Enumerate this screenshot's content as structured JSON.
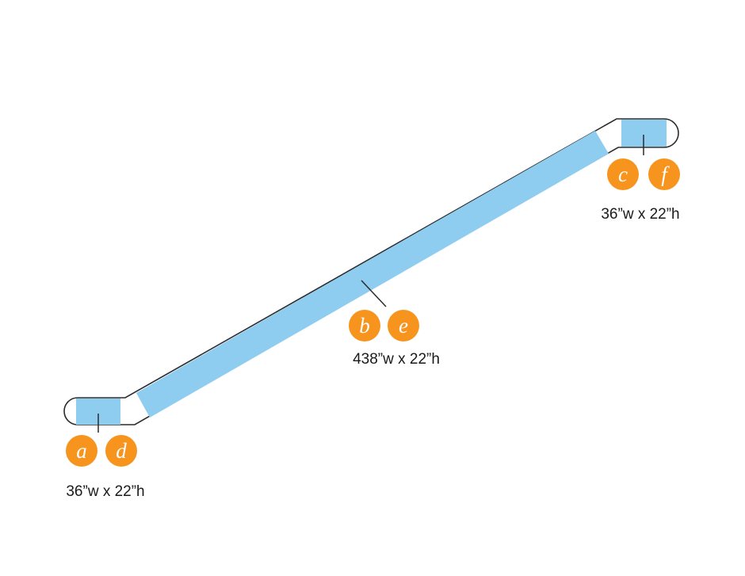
{
  "colors": {
    "panel_fill": "#8ecdf0",
    "outline": "#2b2b2b",
    "badge_fill": "#f7941d",
    "badge_text": "#ffffff",
    "text": "#1a1a1a"
  },
  "panels": {
    "bottom_landing": {
      "badges": [
        "a",
        "d"
      ],
      "dimension": "36”w x 22”h"
    },
    "incline": {
      "badges": [
        "b",
        "e"
      ],
      "dimension": "438”w x 22”h"
    },
    "top_landing": {
      "badges": [
        "c",
        "f"
      ],
      "dimension": "36”w x 22”h"
    }
  }
}
